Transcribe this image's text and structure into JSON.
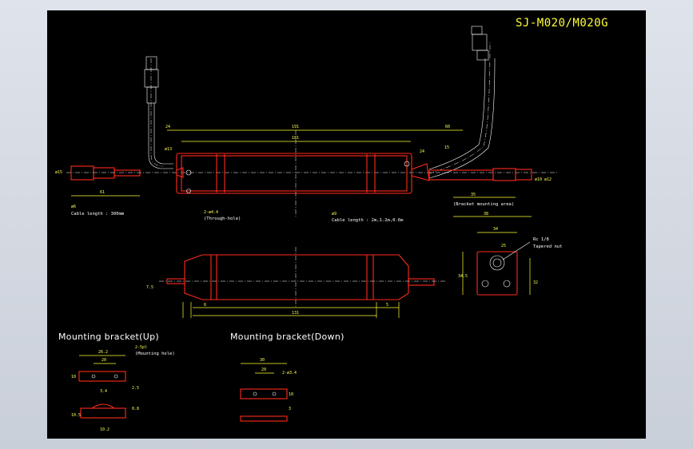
{
  "title": "SJ-M020/M020G",
  "sections": {
    "bracket_up": "Mounting bracket(Up)",
    "bracket_down": "Mounting bracket(Down)"
  },
  "notes": {
    "cable_length_left": "Cable length : 300mm",
    "cable_length_right": "Cable length : 2m,1.2m,0.6m",
    "through_hole": "(Through-hole)",
    "bracket_area": "(Bracket mounting area)",
    "rc_thread": "Rc 1/8",
    "tapered_nut": "Tapered nut",
    "mounting_hole": "(Mounting hole)"
  },
  "dimensions": {
    "d191": "191",
    "d181": "181",
    "d24a": "24",
    "d60": "60",
    "d24b": "24",
    "d15": "15",
    "phi13": "ø13",
    "phi15": "ø15",
    "d61": "61",
    "d6": "ø6",
    "hole": "2-ø4.4",
    "phi9": "ø9",
    "d35": "35",
    "d38": "38",
    "phi12": "ø12",
    "phi10": "ø10",
    "d34": "34",
    "d25": "25",
    "d345": "34.5",
    "d32": "32",
    "d131": "131",
    "d6b": "6",
    "d5": "5",
    "d75": "7.5",
    "up_262": "26.2",
    "up_20": "20",
    "up_slot": "2-5pl",
    "up_34": "3.4",
    "up_25": "2.5",
    "up_10": "10",
    "up_105": "10.5",
    "up_102": "10.2",
    "up_08": "0.8",
    "dn_30": "30",
    "dn_20": "20",
    "dn_hole": "2-ø3.4",
    "dn_10": "10",
    "dn_3": "3"
  }
}
